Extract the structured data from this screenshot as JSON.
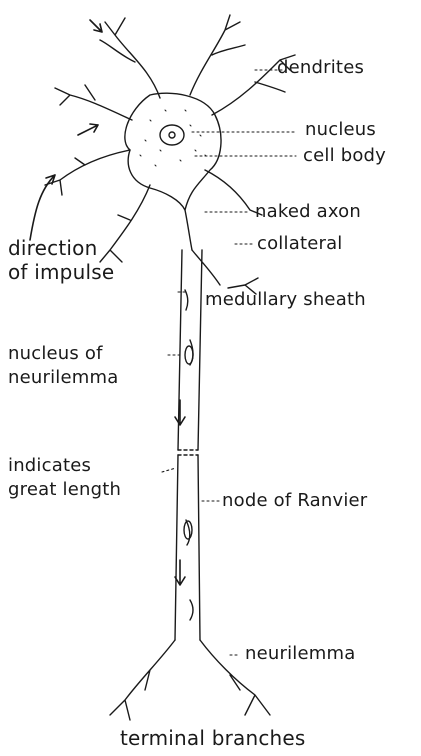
{
  "labels": {
    "dendrites": "dendrites",
    "nucleus": "nucleus",
    "cell_body": "cell body",
    "naked_axon": "naked axon",
    "collateral": "collateral",
    "direction_line1": "direction",
    "direction_line2": "of impulse",
    "medullary_sheath": "medullary sheath",
    "nucleus_of_line1": "nucleus of",
    "nucleus_of_line2": "neurilemma",
    "indicates_line1": "indicates",
    "indicates_line2": "great length",
    "node_of_ranvier": "node of Ranvier",
    "neurilemma": "neurilemma",
    "terminal_branches": "terminal branches"
  },
  "colors": {
    "ink": "#1a1a1a",
    "background": "#ffffff"
  }
}
